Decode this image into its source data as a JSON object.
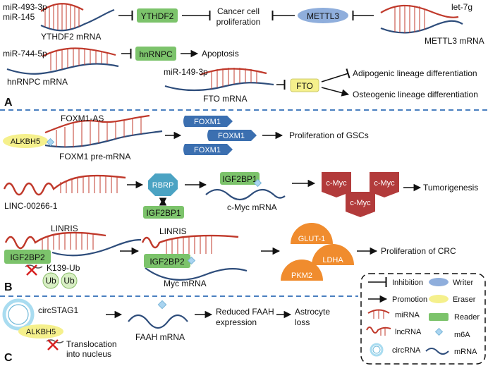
{
  "panel_a": {
    "label": "A",
    "mir493": "miR-493-3p",
    "mir145": "miR-145",
    "ythdf2_mrna": "YTHDF2 mRNA",
    "ythdf2": "YTHDF2",
    "cancer_prolif_1": "Cancer cell",
    "cancer_prolif_2": "proliferation",
    "mettl3": "METTL3",
    "let7g": "let-7g",
    "mettl3_mrna": "METTL3 mRNA",
    "mir744": "miR-744-5p",
    "hnrnpc": "hnRNPC",
    "apoptosis": "Apoptosis",
    "hnrnpc_mrna": "hnRNPC mRNA",
    "mir149": "miR-149-3p",
    "fto": "FTO",
    "fto_mrna": "FTO mRNA",
    "adipogenic": "Adipogenic lineage differentiation",
    "osteogenic": "Osteogenic lineage differentiation"
  },
  "panel_b": {
    "label": "B",
    "foxm1_as": "FOXM1-AS",
    "alkbh5": "ALKBH5",
    "foxm1_pre": "FOXM1 pre-mRNA",
    "foxm1": "FOXM1",
    "gsc": "Proliferation of  GSCs",
    "linc": "LINC-00266-1",
    "rbrp": "RBRP",
    "igf2bp1": "IGF2BP1",
    "cmyc_mrna": "c-Myc mRNA",
    "cmyc": "c-Myc",
    "tumorigenesis": "Tumorigenesis",
    "linris": "LINRIS",
    "igf2bp2": "IGF2BP2",
    "k139": "K139-Ub",
    "ub": "Ub",
    "myc_mrna": "Myc mRNA",
    "glut1": "GLUT-1",
    "ldha": "LDHA",
    "pkm2": "PKM2",
    "crc": "Proliferation of  CRC"
  },
  "panel_c": {
    "label": "C",
    "circstag1": "circSTAG1",
    "alkbh5": "ALKBH5",
    "translocation_1": "Translocation",
    "translocation_2": "into nucleus",
    "faah_mrna": "FAAH mRNA",
    "reduced_1": "Reduced FAAH",
    "reduced_2": "expression",
    "astro_1": "Astrocyte",
    "astro_2": "loss"
  },
  "legend": {
    "inhibition": "Inhibition",
    "promotion": "Promotion",
    "mirna": "miRNA",
    "lncrna": "lncRNA",
    "circrna": "circRNA",
    "writer": "Writer",
    "eraser": "Eraser",
    "reader": "Reader",
    "m6a": "m6A",
    "mrna": "mRNA"
  },
  "colors": {
    "mirna": "#c0392b",
    "mrna": "#2e4d7b",
    "reader": "#7cc36b",
    "writer": "#8faedc",
    "eraser": "#f5f08c",
    "foxm1": "#3b6fb0",
    "rbrp": "#4ba3c3",
    "cmyc": "#b23b3b",
    "orange": "#f08c2e",
    "ub": "#d8efc4",
    "circ": "#a9dcf0",
    "divider": "#4a7fc0"
  }
}
